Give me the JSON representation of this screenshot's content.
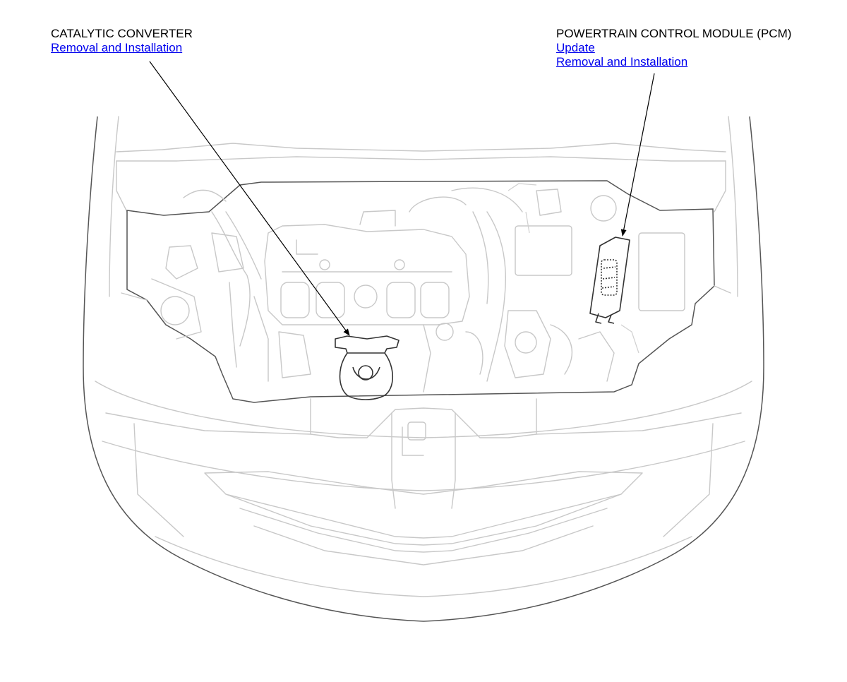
{
  "callouts": {
    "catalytic_converter": {
      "title": "CATALYTIC CONVERTER",
      "links": [
        "Removal and Installation"
      ]
    },
    "pcm": {
      "title": "POWERTRAIN CONTROL MODULE (PCM)",
      "links": [
        "Update",
        "Removal and Installation"
      ]
    }
  },
  "colors": {
    "link": "#0000ee",
    "highlight_stroke": "#333333",
    "background_linework": "#c8c8c8"
  }
}
